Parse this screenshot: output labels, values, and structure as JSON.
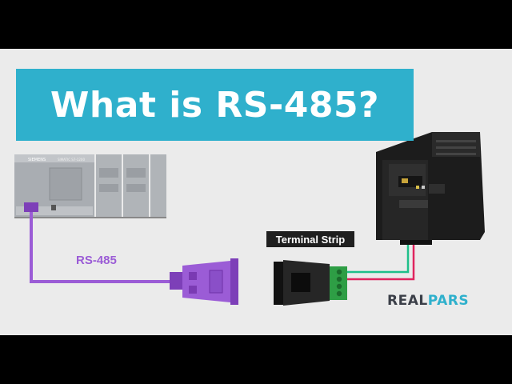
{
  "title": "What is RS-485?",
  "cable_label": "RS-485",
  "connector_label": "Terminal Strip",
  "logo": {
    "part1": "REAL",
    "part2": "PARS"
  },
  "plc_brand": "SIEMENS",
  "plc_model": "SIMATIC S7-1200",
  "colors": {
    "title_bg": "#2fb0cc",
    "cable": "#9b5cd6",
    "wire_green": "#1fbf8a",
    "wire_red": "#e0245e",
    "background": "#ebebeb"
  }
}
